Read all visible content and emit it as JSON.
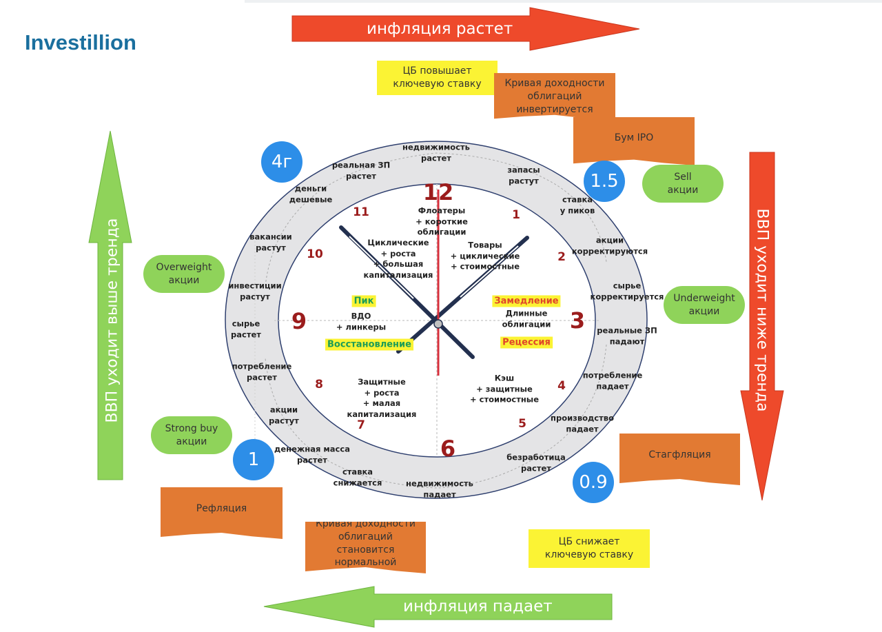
{
  "brand": "Investillion",
  "arrows": {
    "inflation_up": "инфляция растет",
    "inflation_down": "инфляция падает",
    "gdp_above": "ВВП уходит выше тренда",
    "gdp_below": "ВВП уходит ниже тренда"
  },
  "notes": {
    "cb_raises": "ЦБ повышает\nключевую ставку",
    "curve_inverts": "Кривая доходности\nоблигаций\nинвертируется",
    "ipo_boom": "Бум IPO",
    "stagflation": "Стагфляция",
    "reflation": "Рефляция",
    "curve_normal": "Кривая доходности\nоблигаций становится\nнормальной",
    "cb_lowers": "ЦБ снижает\nключевую ставку"
  },
  "pills": {
    "sell": "Sell\nакции",
    "overweight": "Overweight\nакции",
    "underweight": "Underweight\nакции",
    "strong_buy": "Strong buy\nакции"
  },
  "bubbles": {
    "b4g": "4г",
    "b15": "1.5",
    "b1": "1",
    "b09": "0.9"
  },
  "ring": [
    "недвижимость\nрастет",
    "запасы\nрастут",
    "ставка\nу пиков",
    "акции\nкорректируются",
    "сырье\nкорректируется",
    "реальные ЗП\nпадают",
    "потребление\nпадает",
    "производство\nпадает",
    "безработица\nрастет",
    "недвижимость\nпадает",
    "ставка\nснижается",
    "денежная масса\nрастет",
    "акции\nрастут",
    "потребление\nрастет",
    "сырье\nрастет",
    "инвестиции\nрастут",
    "вакансии\nрастут",
    "деньги\nдешевые",
    "реальная ЗП\nрастет"
  ],
  "clock": {
    "n12": "12",
    "n1": "1",
    "n2": "2",
    "n3": "3",
    "n4": "4",
    "n5": "5",
    "n6": "6",
    "n7": "7",
    "n8": "8",
    "n9": "9",
    "n10": "10",
    "n11": "11"
  },
  "inner": {
    "floaters": "Флоатеры\n+ короткие\nоблигации",
    "cyclical": "Циклические\n+ роста\n+ большая\nкапитализация",
    "goods": "Товары\n+ циклические\n+ стоимостные",
    "vdo": "ВДО\n+ линкеры",
    "long_bonds": "Длинные\nоблигации",
    "defensive": "Защитные\n+ роста\n+ малая\nкапитализация",
    "cash": "Кэш\n+ защитные\n+ стоимостные"
  },
  "phases": {
    "peak": "Пик",
    "slowdown": "Замедление",
    "recovery": "Восстановление",
    "recession": "Рецессия"
  },
  "colors": {
    "red_arrow": "#ee4a2b",
    "green_arrow": "#8fd35a",
    "orange_note": "#e27a33",
    "yellow_note": "#fbf334",
    "bubble": "#2d8ee8",
    "clock_numbers": "#9b1c1c",
    "brand": "#1a6f9e"
  }
}
